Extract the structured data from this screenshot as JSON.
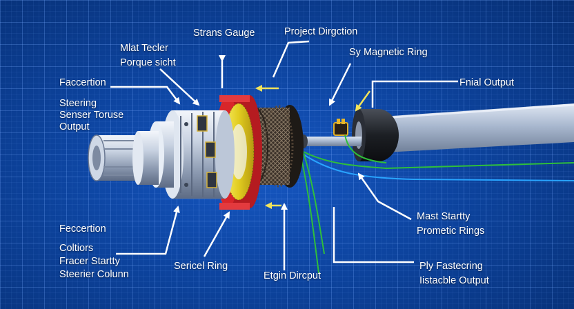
{
  "labels": {
    "strain_gauge": "Strans Gauge",
    "project_direction": "Project Dirgction",
    "mat_tecler": [
      "Mlat Tecler",
      "Porque sicht"
    ],
    "magnetic_ring": "Sy Magnetic Ring",
    "facception_top": "Faccertion",
    "final_output": "Fnial Output",
    "steering_sensor": [
      "Steering",
      "Senser Toruse",
      "Output"
    ],
    "facception_bottom": "Feccertion",
    "steering_column": [
      "Coltiors",
      "Fracer Startty",
      "Steerier Colunn"
    ],
    "serical_ring": "Sericel Ring",
    "etgin_dircput": "Etgin Dircput",
    "mast_startty": [
      "Mast Startty",
      "Prometic Rings"
    ],
    "ply_fastering": [
      "Ply Fastecring",
      "Iistacble Output"
    ]
  },
  "colors": {
    "background": "#0d449f",
    "grid": "#78aaff",
    "ring_red": "#d8262a",
    "coil_yellow": "#f4e43c",
    "wire_green": "#2fbf3a",
    "wire_blue": "#29a4ff",
    "label_text": "#ffffff"
  }
}
